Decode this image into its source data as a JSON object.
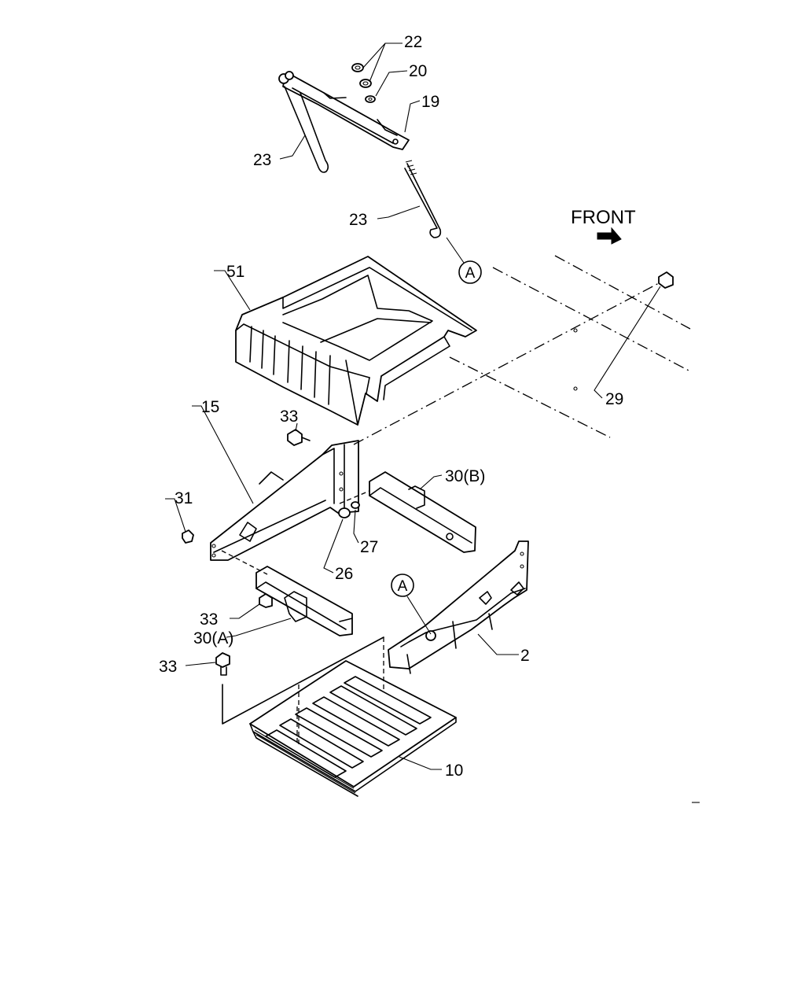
{
  "callouts": {
    "c22": "22",
    "c20": "20",
    "c19": "19",
    "c23a": "23",
    "c23b": "23",
    "front": "FRONT",
    "circleA_top": "A",
    "c51": "51",
    "c29": "29",
    "c15": "15",
    "c33_top": "33",
    "c30b": "30(B)",
    "c31": "31",
    "c27": "27",
    "c26": "26",
    "circleA_bottom": "A",
    "c33_mid": "33",
    "c30a": "30(A)",
    "c2": "2",
    "c33_bottom": "33",
    "c10": "10"
  }
}
